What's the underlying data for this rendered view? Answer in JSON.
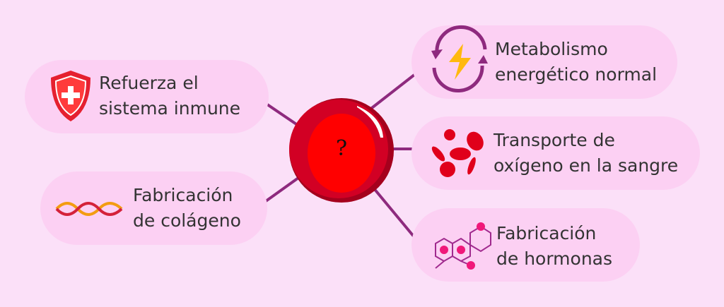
{
  "center": {
    "label": "?"
  },
  "items": [
    {
      "line1": "Refuerza el",
      "line2": "sistema inmune",
      "icon": "shield-cross-icon"
    },
    {
      "line1": "Fabricación",
      "line2": "de colágeno",
      "icon": "dna-icon"
    },
    {
      "line1": "Metabolismo",
      "line2": "energético normal",
      "icon": "energy-cycle-icon"
    },
    {
      "line1": "Transporte de",
      "line2": "oxígeno en la sangre",
      "icon": "red-blood-cells-icon"
    },
    {
      "line1": "Fabricación",
      "line2": "de hormonas",
      "icon": "molecule-icon"
    }
  ],
  "colors": {
    "background": "#fbe0f8",
    "pill": "#fcd0f3",
    "line": "#8e2a7e",
    "cell": "#e0001b"
  }
}
